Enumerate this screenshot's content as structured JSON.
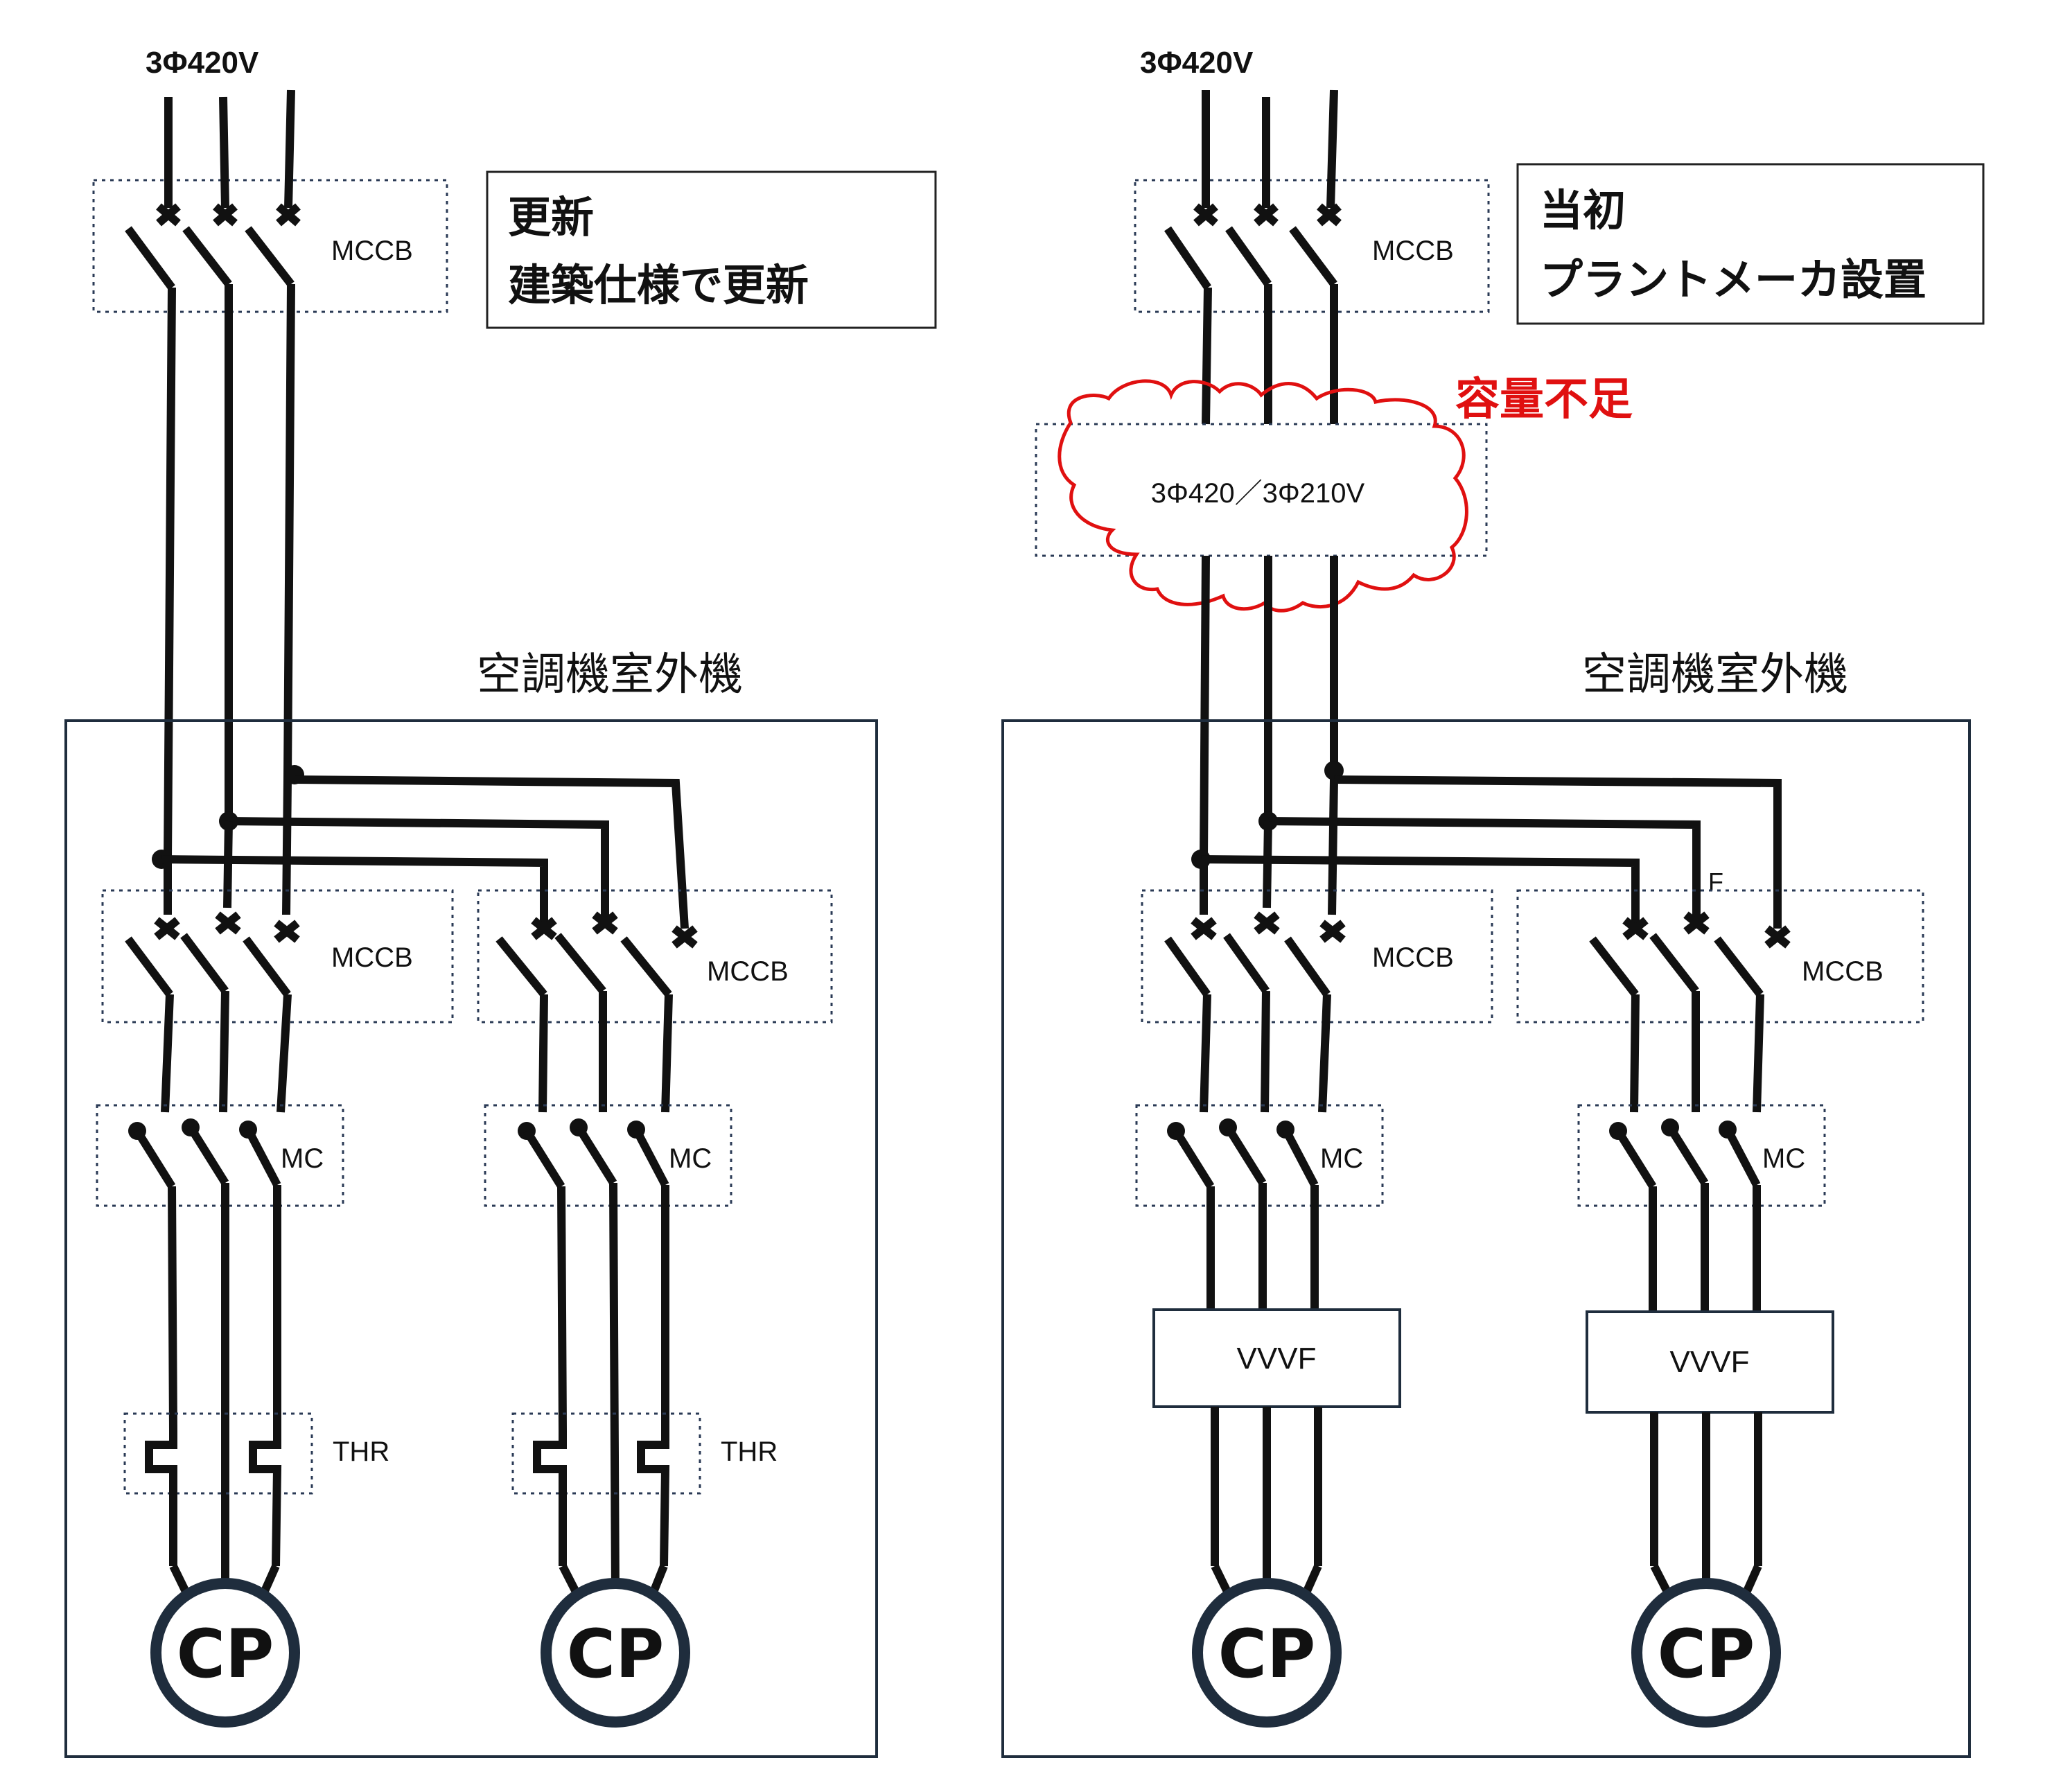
{
  "supply": "3Φ420V",
  "mccb": "MCCB",
  "mc": "MC",
  "thr": "THR",
  "vvvf": "VVVF",
  "cp": "CP",
  "unit_title": "空調機室外機",
  "left_note": {
    "line1": "更新",
    "line2": "建築仕様で更新"
  },
  "right_note": {
    "line1": "当初",
    "line2": "プラントメーカ設置"
  },
  "transformer": "3Φ420／3Φ210V",
  "warning": "容量不足",
  "fuse_mark": "F",
  "colors": {
    "wire": "#111111",
    "panel": "#1f2d3d",
    "warning": "#e01010",
    "dotted": "#2a3a55"
  }
}
